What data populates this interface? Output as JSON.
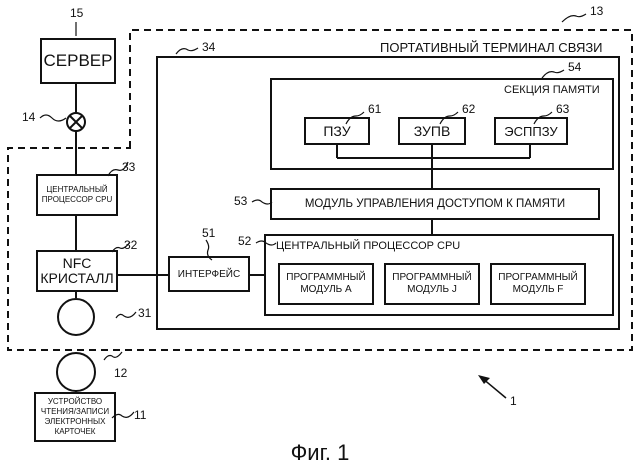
{
  "labels": {
    "terminal_title": "ПОРТАТИВНЫЙ ТЕРМИНАЛ СВЯЗИ",
    "server": "СЕРВЕР",
    "cpu_small": "ЦЕНТРАЛЬНЫЙ ПРОЦЕССОР CPU",
    "nfc_line1": "NFC",
    "nfc_line2": "КРИСТАЛЛ",
    "interface": "ИНТЕРФЕЙС",
    "memory_section": "СЕКЦИЯ ПАМЯТИ",
    "rom": "ПЗУ",
    "ram": "ЗУПВ",
    "eeprom": "ЭСППЗУ",
    "memory_access_module": "МОДУЛЬ УПРАВЛЕНИЯ ДОСТУПОМ К ПАМЯТИ",
    "cpu_main": "ЦЕНТРАЛЬНЫЙ ПРОЦЕССОР CPU",
    "module_a": "ПРОГРАММНЫЙ МОДУЛЬ A",
    "module_j": "ПРОГРАММНЫЙ МОДУЛЬ J",
    "module_f": "ПРОГРАММНЫЙ МОДУЛЬ F",
    "reader_line1": "УСТРОЙСТВО",
    "reader_line2": "ЧТЕНИЯ/ЗАПИСИ",
    "reader_line3": "ЭЛЕКТРОННЫХ",
    "reader_line4": "КАРТОЧЕК"
  },
  "refs": {
    "r1": "1",
    "r11": "11",
    "r12": "12",
    "r13": "13",
    "r14": "14",
    "r15": "15",
    "r31": "31",
    "r32": "32",
    "r33": "33",
    "r34": "34",
    "r51": "51",
    "r52": "52",
    "r53": "53",
    "r54": "54",
    "r61": "61",
    "r62": "62",
    "r63": "63"
  },
  "caption": "Фиг. 1"
}
